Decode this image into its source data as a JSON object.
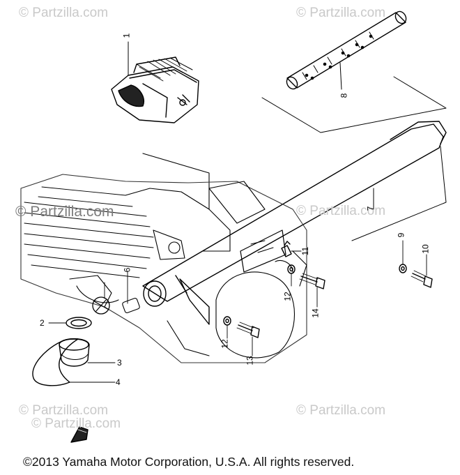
{
  "watermarks": [
    "© Partzilla.com",
    "© Partzilla.com",
    "© Partzilla.com",
    "© Partzilla.com",
    "© Partzilla.com",
    "© Partzilla.com",
    "© Partzilla.com"
  ],
  "callouts": [
    "1",
    "2",
    "3",
    "4",
    "6",
    "7",
    "8",
    "9",
    "10",
    "11",
    "12",
    "12",
    "13",
    "14"
  ],
  "copyright": "©2013 Yamaha Motor Corporation, U.S.A. All rights reserved."
}
